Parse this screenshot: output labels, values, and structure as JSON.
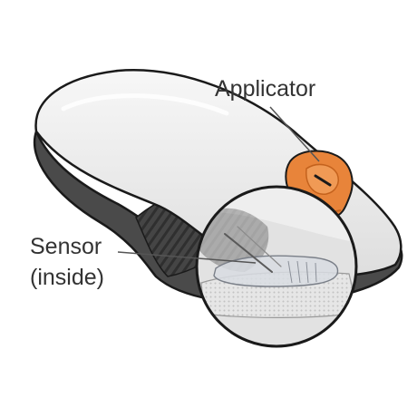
{
  "labels": {
    "applicator": "Applicator",
    "sensor_line1": "Sensor",
    "sensor_line2": "(inside)"
  },
  "colors": {
    "outline": "#1a1a1a",
    "shell_top": "#f2f2f2",
    "shell_shadow": "#d9d9d9",
    "base_dark": "#4a4a4a",
    "grip_dark": "#3a3a3a",
    "applicator_orange": "#e8843a",
    "applicator_orange_dark": "#c4621d",
    "sensor_translucent": "#d8dce2",
    "label_text": "#333333",
    "leader_line": "#555555"
  }
}
